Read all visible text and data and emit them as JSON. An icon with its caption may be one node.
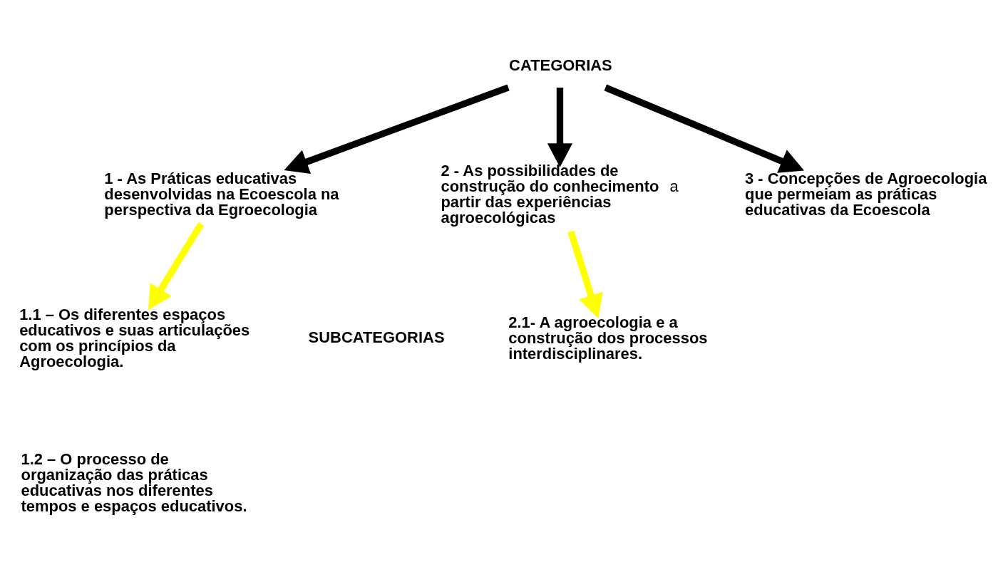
{
  "diagram": {
    "nodes": [
      {
        "text": [
          "CATEGORIAS"
        ]
      },
      {
        "text": [
          "1 - As Práticas educativas desenvolvidas na Ecoescola na perspectiva da Egroecologia"
        ]
      },
      {
        "text": [
          "**2 - As possibilidades de construção do conhecimento** a **partir das experiências agroecológicas**"
        ]
      },
      {
        "text": [
          "3 - Concepções de Agroecologia que permeiam as práticas educativas da Ecoescola"
        ]
      },
      {
        "text": [
          "1.1 – Os diferentes espaços educativos e suas articulações com os princípios da Agroecologia."
        ]
      },
      {
        "text": [
          "1.2 – O processo de organização das práticas educativas nos diferentes tempos e espaços educativos."
        ]
      },
      {
        "text": [
          "2.1- A agroecologia e a construção dos processos interdisciplinares."
        ]
      }
    ],
    "edges": [
      {
        "from": 0,
        "to": 1,
        "arrow": "to"
      },
      {
        "from": 0,
        "to": 2,
        "arrow": "to"
      },
      {
        "from": 0,
        "to": 3,
        "arrow": "to"
      },
      {
        "from": 1,
        "to": 4,
        "arrow": "to",
        "color": "#ffff00"
      },
      {
        "from": 2,
        "to": 6,
        "arrow": "to",
        "color": "#ffff00"
      }
    ],
    "labels": [
      "SUBCATEGORIAS"
    ]
  }
}
